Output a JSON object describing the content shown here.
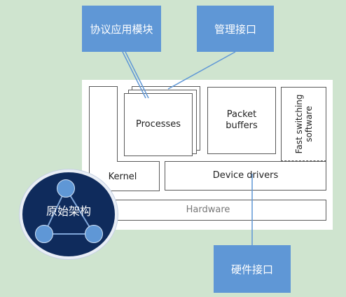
{
  "callouts": {
    "protocol_module": "协议应用模块",
    "mgmt_interface": "管理接口",
    "hw_interface": "硬件接口"
  },
  "arch": {
    "processes": "Processes",
    "packet_buffers_line1": "Packet",
    "packet_buffers_line2": "buffers",
    "fast_switching_line1": "Fast switching",
    "fast_switching_line2": "software",
    "kernel": "Kernel",
    "device_drivers": "Device drivers",
    "hardware": "Hardware"
  },
  "badge": {
    "label": "原始架构"
  },
  "colors": {
    "callout": "#5f97d6",
    "badge": "#0f2b5c",
    "background": "#cfe4cf"
  }
}
